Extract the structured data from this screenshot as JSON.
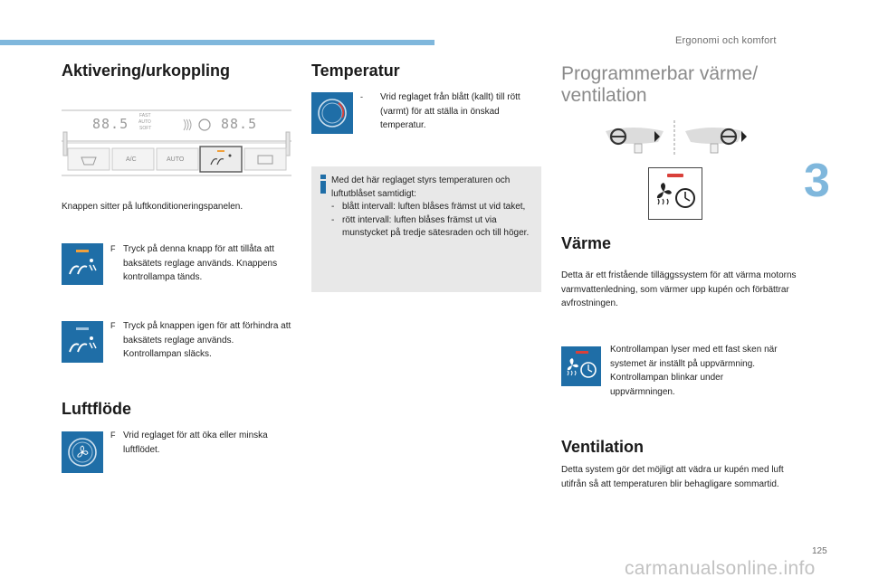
{
  "header": {
    "chapter_title": "Ergonomi och komfort",
    "chapter_number": "3",
    "accent_color": "#7fb7dc"
  },
  "activation": {
    "title": "Aktivering/urkoppling",
    "panel_caption": "Knappen sitter på luftkonditioneringspanelen.",
    "panel": {
      "left_display": "88.5",
      "right_display": "88.5",
      "fast_auto_label": [
        "FAST",
        "AUTO",
        "SOFT"
      ],
      "buttons": [
        "",
        "A/C",
        "AUTO",
        "",
        ""
      ]
    },
    "steps": [
      {
        "mark": "F",
        "text": "Tryck på denna knapp för att tillåta att baksätets reglage används. Knappens kontrollampa tänds.",
        "icon": "rear-seat-controls-icon-lamp-on"
      },
      {
        "mark": "F",
        "text": "Tryck på knappen igen för att förhindra att baksätets reglage används. Kontrollampan släcks.",
        "icon": "rear-seat-controls-icon-lamp-off"
      }
    ]
  },
  "airflow": {
    "title": "Luftflöde",
    "steps": [
      {
        "mark": "F",
        "text": "Vrid reglaget för att öka eller minska luftflödet.",
        "icon": "fan-dial-icon"
      }
    ]
  },
  "temperature": {
    "title": "Temperatur",
    "steps": [
      {
        "mark": "-",
        "text": "Vrid reglaget från blått (kallt) till rött (varmt) för att ställa in önskad temperatur.",
        "icon": "temperature-dial-icon"
      }
    ],
    "info": {
      "intro": "Med det här reglaget styrs temperaturen och luftutblåset samtidigt:",
      "items": [
        "blått intervall: luften blåses främst ut vid taket,",
        "rött intervall: luften blåses främst ut via munstycket på tredje sätesraden och till höger."
      ]
    }
  },
  "programmable": {
    "title_line1": "Programmerbar värme/",
    "title_line2": "ventilation",
    "heating": {
      "title": "Värme",
      "text": "Detta är ett fristående tilläggssystem för att värma motorns varmvattenledning, som värmer upp kupén och förbättrar avfrostningen.",
      "lamp_text": "Kontrollampan lyser med ett fast sken när systemet är inställt på uppvärmning. Kontrollampan blinkar under uppvärmningen."
    },
    "ventilation": {
      "title": "Ventilation",
      "text": "Detta system gör det möjligt att vädra ur kupén med luft utifrån så att temperaturen blir behagligare sommartid."
    }
  },
  "footer": {
    "page_number": "125",
    "watermark": "carmanualsonline.info"
  },
  "colors": {
    "tile_blue": "#1f6ea7",
    "lamp_orange": "#f0a03c",
    "lamp_red": "#d9403a",
    "info_background": "#e8e8e8"
  }
}
